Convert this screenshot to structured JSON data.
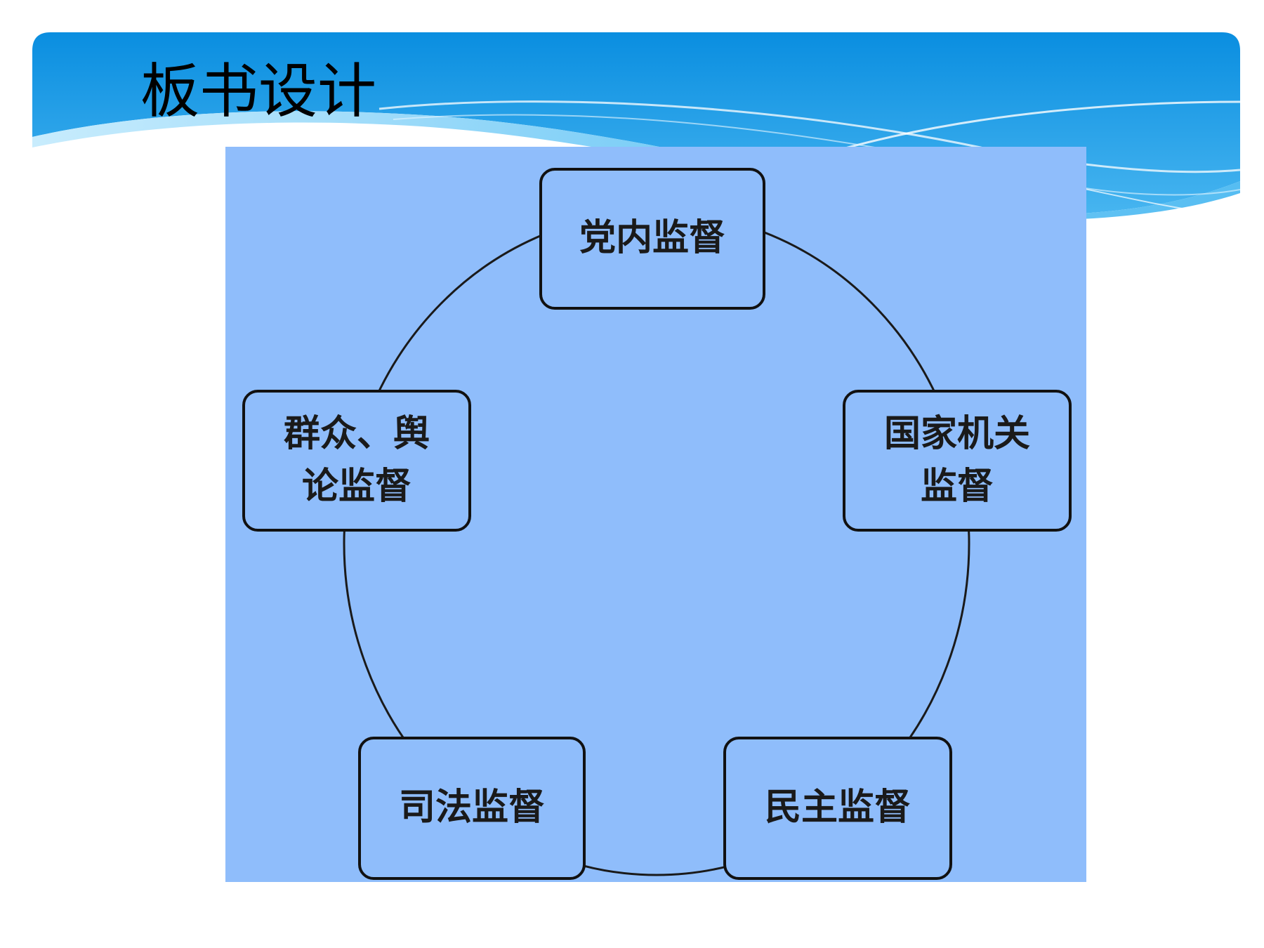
{
  "slide": {
    "title": "板书设计"
  },
  "diagram": {
    "type": "cycle",
    "nodes": [
      {
        "label": "党内监督"
      },
      {
        "label": "国家机关\n监督"
      },
      {
        "label": "民主监督"
      },
      {
        "label": "司法监督"
      },
      {
        "label": "群众、舆\n论监督"
      }
    ]
  },
  "colors": {
    "panel_background": "#8fbdfb",
    "node_border": "#111111",
    "banner_blue": "#1a9be6",
    "banner_light": "#8dd2f8"
  }
}
